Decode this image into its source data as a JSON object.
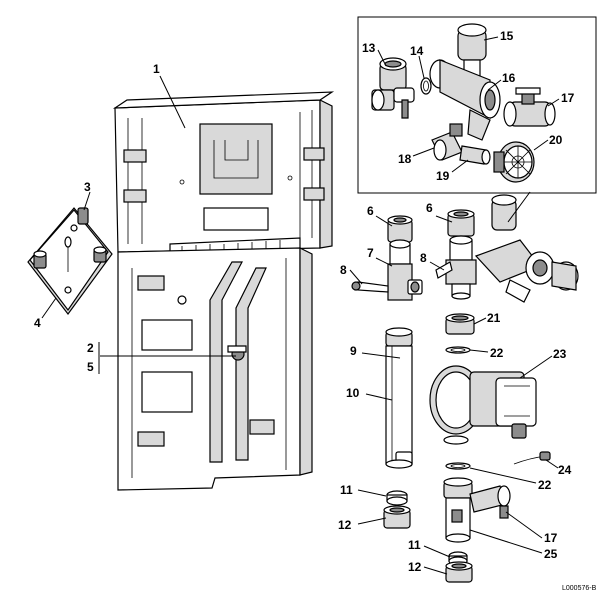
{
  "labels": {
    "l1": "1",
    "l2": "2",
    "l3": "3",
    "l4": "4",
    "l5": "5",
    "l6a": "6",
    "l6b": "6",
    "l7": "7",
    "l8a": "8",
    "l8b": "8",
    "l9": "9",
    "l10": "10",
    "l11a": "11",
    "l11b": "11",
    "l12a": "12",
    "l12b": "12",
    "l13": "13",
    "l14": "14",
    "l15": "15",
    "l16": "16",
    "l17a": "17",
    "l17b": "17",
    "l18": "18",
    "l19": "19",
    "l20": "20",
    "l21": "21",
    "l22a": "22",
    "l22b": "22",
    "l23": "23",
    "l24": "24",
    "l25": "25"
  },
  "reference_code": "L000576-B"
}
